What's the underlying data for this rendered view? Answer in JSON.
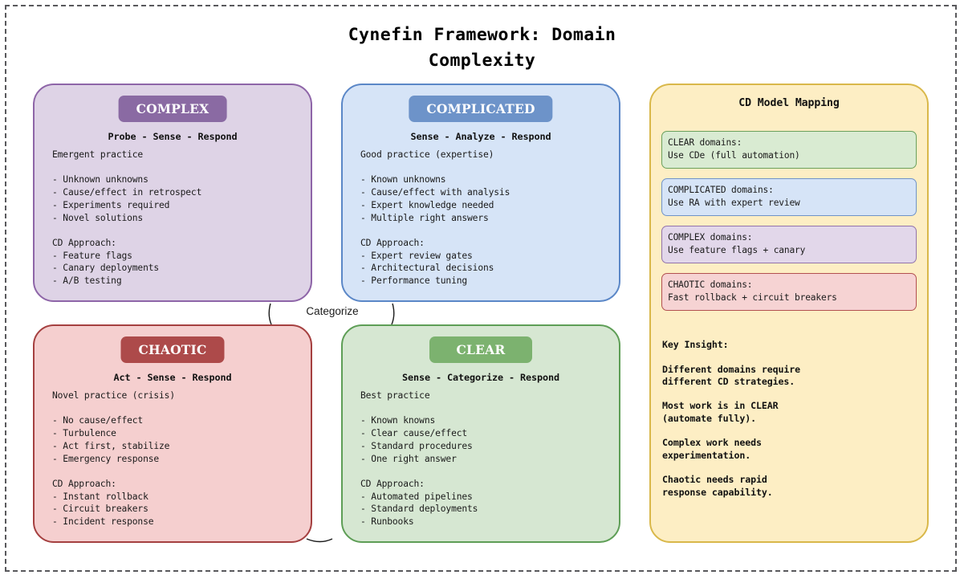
{
  "title": "Cynefin Framework: Domain\nComplexity",
  "center_label": "Categorize",
  "quadrants": {
    "complex": {
      "badge": "COMPLEX",
      "subtitle": "Probe - Sense - Respond",
      "body": "Emergent practice\n\n- Unknown unknowns\n- Cause/effect in retrospect\n- Experiments required\n- Novel solutions\n\nCD Approach:\n- Feature flags\n- Canary deployments\n- A/B testing",
      "fill": "#ded3e6",
      "border": "#8e65a8",
      "badge_color": "#8a6aa3"
    },
    "complicated": {
      "badge": "COMPLICATED",
      "subtitle": "Sense - Analyze - Respond",
      "body": "Good practice (expertise)\n\n- Known unknowns\n- Cause/effect with analysis\n- Expert knowledge needed\n- Multiple right answers\n\nCD Approach:\n- Expert review gates\n- Architectural decisions\n- Performance tuning",
      "fill": "#d6e4f7",
      "border": "#5b87c7",
      "badge_color": "#6d93c9"
    },
    "chaotic": {
      "badge": "CHAOTIC",
      "subtitle": "Act - Sense - Respond",
      "body": "Novel practice (crisis)\n\n- No cause/effect\n- Turbulence\n- Act first, stabilize\n- Emergency response\n\nCD Approach:\n- Instant rollback\n- Circuit breakers\n- Incident response",
      "fill": "#f5cfcf",
      "border": "#a54040",
      "badge_color": "#ad4a4a"
    },
    "clear": {
      "badge": "CLEAR",
      "subtitle": "Sense - Categorize - Respond",
      "body": "Best practice\n\n- Known knowns\n- Clear cause/effect\n- Standard procedures\n- One right answer\n\nCD Approach:\n- Automated pipelines\n- Standard deployments\n- Runbooks",
      "fill": "#d6e7d2",
      "border": "#5e9e56",
      "badge_color": "#7cb26f"
    }
  },
  "sidebar": {
    "title": "CD Model Mapping",
    "fill": "#fdeec4",
    "border": "#d9b84a",
    "cards": [
      {
        "text": "CLEAR domains:\nUse CDe (full automation)",
        "fill": "#d9ebd2",
        "border": "#6aa05c"
      },
      {
        "text": "COMPLICATED domains:\nUse RA with expert review",
        "fill": "#d6e4f7",
        "border": "#6f93c9"
      },
      {
        "text": "COMPLEX domains:\nUse feature flags + canary",
        "fill": "#e2d7ea",
        "border": "#9273ab"
      },
      {
        "text": "CHAOTIC domains:\nFast rollback + circuit breakers",
        "fill": "#f6d3d3",
        "border": "#b25050"
      }
    ],
    "insight": "Key Insight:\n\nDifferent domains require\ndifferent CD strategies.\n\nMost work is in CLEAR\n(automate fully).\n\nComplex work needs\nexperimentation.\n\nChaotic needs rapid\nresponse capability."
  }
}
